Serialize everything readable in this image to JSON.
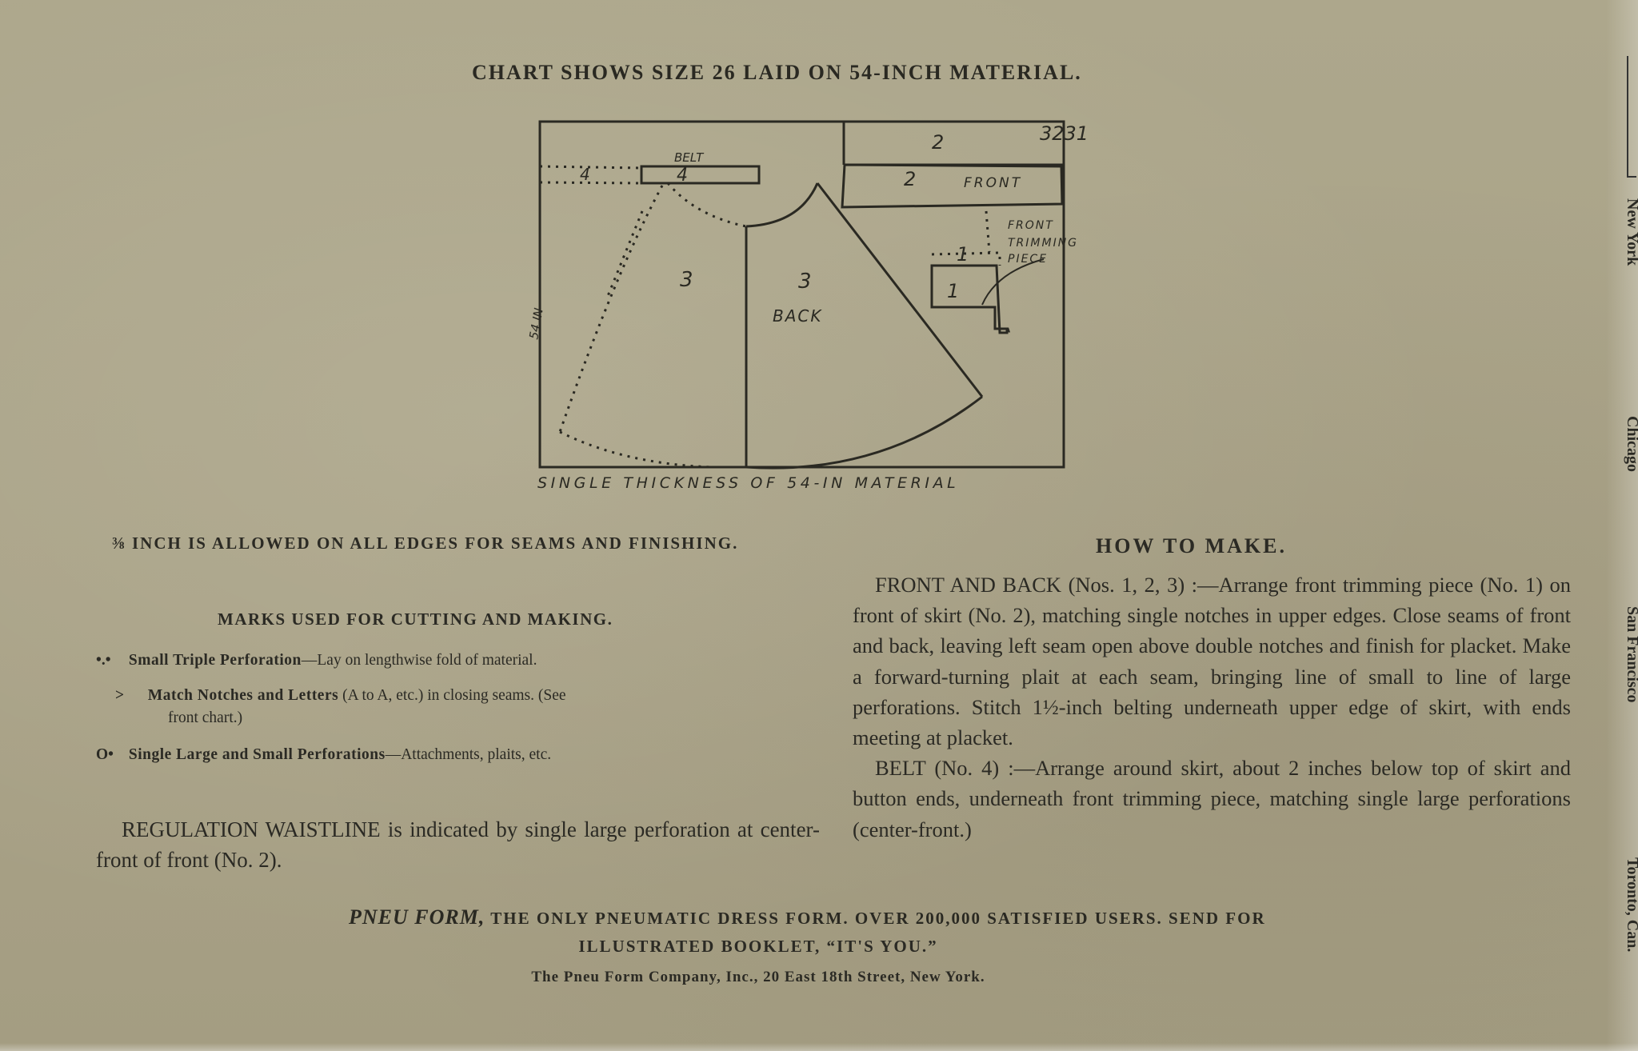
{
  "chart_heading": "CHART SHOWS SIZE 26 LAID ON 54-INCH MATERIAL.",
  "diagram": {
    "pattern_number": "3231",
    "belt_label": "BELT",
    "piece_4": "4",
    "piece_2": "2",
    "piece_2_front_number": "2",
    "front_label": "FRONT",
    "trimming_label_1": "FRONT",
    "trimming_label_2": "TRIMMING",
    "trimming_label_3": "PIECE",
    "piece_1_top": "1",
    "piece_1": "1",
    "piece_3_left": "3",
    "piece_3": "3",
    "back_label": "BACK",
    "side_label": "54 IN",
    "bottom_label": "SINGLE THICKNESS OF 54-IN MATERIAL"
  },
  "seams_text": "⅜ INCH IS ALLOWED ON ALL EDGES FOR SEAMS AND FINISHING.",
  "marks": {
    "heading": "MARKS USED FOR CUTTING AND MAKING.",
    "item1_symbol": "•.•",
    "item1_bold": "Small Triple Perforation",
    "item1_rest": "—Lay on lengthwise fold of material.",
    "item2_symbol": ">",
    "item2_bold": "Match Notches and Letters",
    "item2_rest": "(A to A, etc.) in closing seams. (See",
    "item2_cont": "front chart.)",
    "item3_symbol": "O•",
    "item3_bold": "Single Large and Small Perforations",
    "item3_rest": "—Attachments, plaits, etc."
  },
  "waistline": {
    "lead": "REGULATION WAISTLINE",
    "rest": "is indicated by single large perforation at center-front of front (No. 2)."
  },
  "howto": {
    "heading": "HOW TO MAKE.",
    "p1_lead": "FRONT AND BACK",
    "p1_rest": "(Nos. 1, 2, 3) :—Arrange front trimming piece (No. 1) on front of skirt (No. 2), matching single notches in upper edges. Close seams of front and back, leaving left seam open above double notches and finish for placket. Make a forward-turning plait at each seam, bringing line of small to line of large perforations. Stitch 1½-inch belting underneath upper edge of skirt, with ends meeting at placket.",
    "p2_lead": "BELT",
    "p2_rest": "(No. 4) :—Arrange around skirt, about 2 inches below top of skirt and button ends, underneath front trimming piece, matching single large perforations (center-front.)"
  },
  "footer": {
    "brand": "PNEU FORM,",
    "line1": "THE ONLY PNEUMATIC DRESS FORM. OVER 200,000 SATISFIED USERS. SEND FOR",
    "line2": "ILLUSTRATED BOOKLET, “IT'S YOU.”",
    "line3": "The Pneu Form Company, Inc., 20 East 18th Street, New York."
  },
  "cities": [
    "New York",
    "Chicago",
    "San Francisco",
    "Toronto, Can."
  ]
}
